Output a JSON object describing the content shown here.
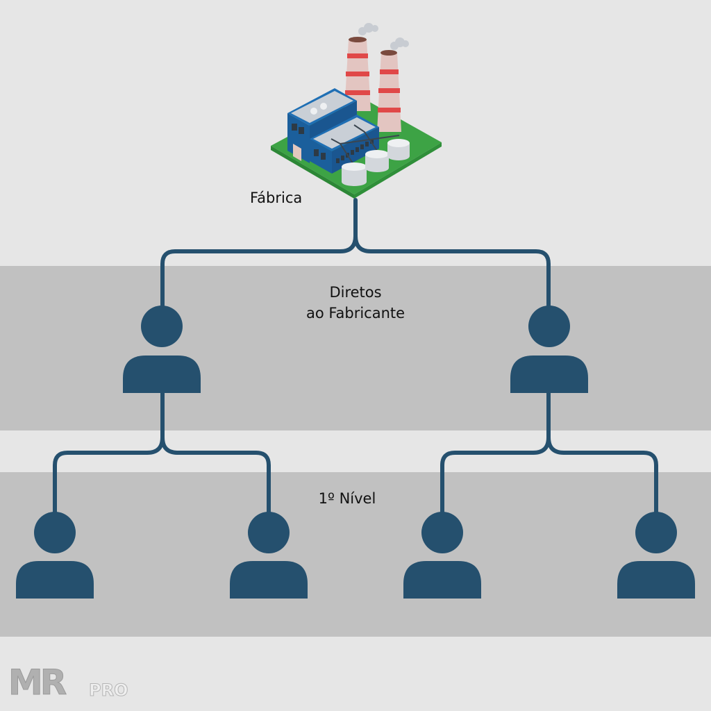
{
  "factory": {
    "label": "Fábrica",
    "icon": "factory-icon"
  },
  "tiers": [
    {
      "label_line1": "Diretos",
      "label_line2": "ao Fabricante",
      "members": 2
    },
    {
      "label": "1º Nível",
      "members": 4
    }
  ],
  "logo": {
    "text_main": "MR",
    "text_sub": "PRO"
  },
  "colors": {
    "connector": "#25506e",
    "person": "#25506e",
    "band": "#c1c1c1",
    "background": "#e6e6e6",
    "ground": "#3da345",
    "building": "#1f6fb4",
    "chimney_stripe": "#e04848"
  }
}
